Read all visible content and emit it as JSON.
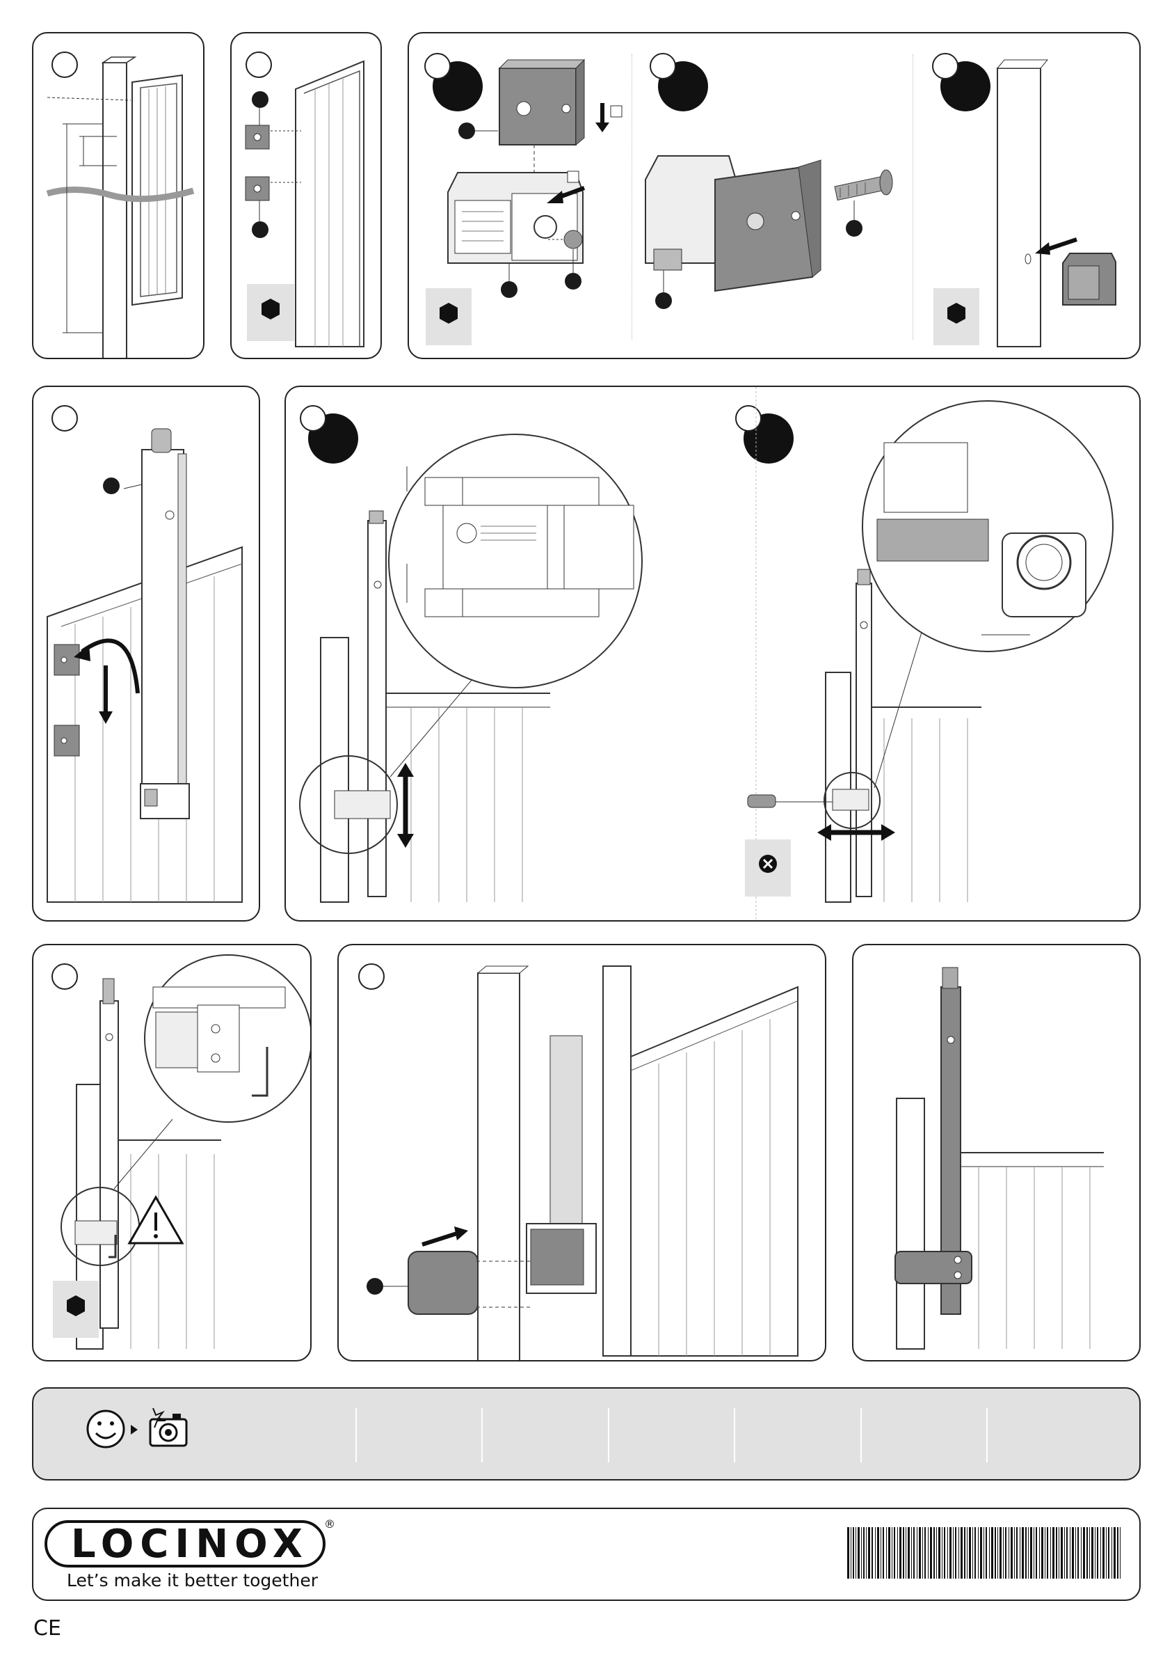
{
  "footer": {
    "brand": "LOCINOX",
    "registered_mark": "®",
    "tagline": "Let’s make it better together",
    "ce_mark": "CE"
  },
  "icons": {
    "hex": "hex-tool-icon",
    "torx": "torx-tool-icon",
    "warning": "warning-icon",
    "smiley": "smiley-icon",
    "camera": "camera-icon"
  },
  "colors": {
    "panel_border": "#222222",
    "tool_box": "#e2e2e2",
    "feedback_bar": "#e1e1e1",
    "part_grey": "#8c8c8c"
  }
}
